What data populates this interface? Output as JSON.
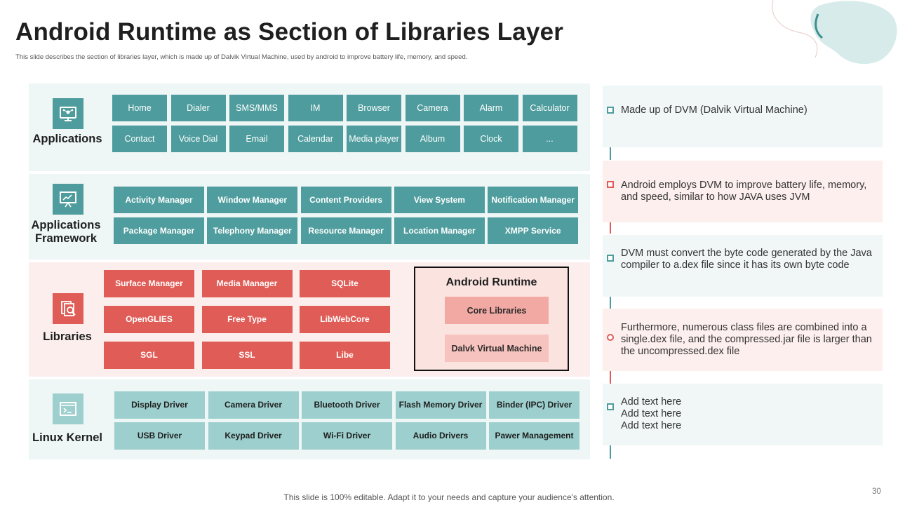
{
  "slide": {
    "title": "Android Runtime as Section of Libraries Layer",
    "subtitle": "This slide describes the section of libraries layer, which is made up of Dalvik Virtual Machine, used by android to improve battery life, memory, and speed.",
    "footer": "This slide is 100% editable. Adapt it to your needs and capture your audience's attention.",
    "page_number": "30"
  },
  "layers": {
    "applications": {
      "label": "Applications",
      "icon": "monitor-network-icon",
      "row1": [
        "Home",
        "Dialer",
        "SMS/MMS",
        "IM",
        "Browser",
        "Camera",
        "Alarm",
        "Calculator"
      ],
      "row2": [
        "Contact",
        "Voice Dial",
        "Email",
        "Calendar",
        "Media player",
        "Album",
        "Clock",
        "..."
      ]
    },
    "framework": {
      "label_line1": "Applications",
      "label_line2": "Framework",
      "icon": "presentation-board-icon",
      "row1": [
        "Activity Manager",
        "Window Manager",
        "Content Providers",
        "View System",
        "Notification Manager"
      ],
      "row2": [
        "Package Manager",
        "Telephony Manager",
        "Resource Manager",
        "Location Manager",
        "XMPP Service"
      ]
    },
    "libraries": {
      "label": "Libraries",
      "icon": "search-documents-icon",
      "row1": [
        "Surface Manager",
        "Media Manager",
        "SQLite"
      ],
      "row2": [
        "OpenGLIES",
        "Free Type",
        "LibWebCore"
      ],
      "row3": [
        "SGL",
        "SSL",
        "Libe"
      ]
    },
    "runtime": {
      "title": "Android Runtime",
      "items": [
        "Core Libraries",
        "Dalvk Virtual Machine"
      ]
    },
    "kernel": {
      "label": "Linux Kernel",
      "icon": "terminal-window-icon",
      "row1": [
        "Display Driver",
        "Camera Driver",
        "Bluetooth Driver",
        "Flash Memory Driver",
        "Binder (IPC) Driver"
      ],
      "row2": [
        "USB Driver",
        "Keypad Driver",
        "Wi-Fi Driver",
        "Audio Drivers",
        "Pawer Management"
      ]
    }
  },
  "notes": [
    "Made up of DVM (Dalvik Virtual Machine)",
    "Android employs DVM to improve battery life, memory, and speed, similar to how JAVA uses JVM",
    "DVM must convert the byte code generated by the Java compiler to a.dex file since it has its own byte code",
    "Furthermore, numerous class files are combined into a single.dex file, and the compressed.jar file is larger than the uncompressed.dex file",
    "Add text here\nAdd text here\nAdd text here"
  ],
  "colors": {
    "teal": "#4e9c9d",
    "red": "#e05c56",
    "light_teal": "#9ccfcd",
    "pale_teal_bg": "#eef6f6",
    "pale_red_bg": "#fbeeec"
  }
}
